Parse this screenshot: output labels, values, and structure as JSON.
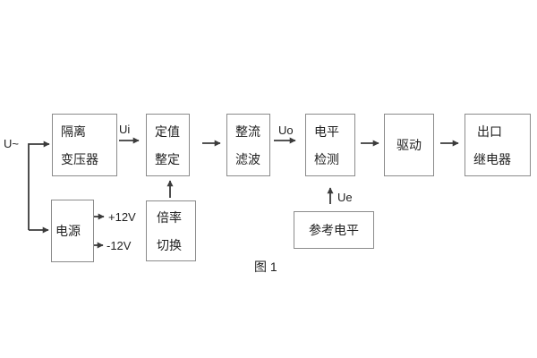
{
  "figure": {
    "caption": "图 1",
    "colors": {
      "background": "#ffffff",
      "box_border": "#8b8b8b",
      "connector": "#3b3b3b",
      "text": "#1f1f1f"
    },
    "labels": {
      "input_signal": "U~",
      "ui": "Ui",
      "uo": "Uo",
      "ue": "Ue",
      "supply_positive": "+12V",
      "supply_negative": "-12V"
    },
    "blocks": {
      "isolation_transformer": {
        "line1": "隔离",
        "line2": "变压器"
      },
      "value_setting": {
        "line1": "定值",
        "line2": "整定"
      },
      "rectifier_filter": {
        "line1": "整流",
        "line2": "滤波"
      },
      "level_detection": {
        "line1": "电平",
        "line2": "检测"
      },
      "driver": {
        "label": "驱动"
      },
      "output_relay": {
        "line1": "出口",
        "line2": "继电器"
      },
      "power_supply": {
        "label": "电源"
      },
      "ratio_switch": {
        "line1": "倍率",
        "line2": "切换"
      },
      "reference_level": {
        "label": "参考电平"
      }
    }
  }
}
